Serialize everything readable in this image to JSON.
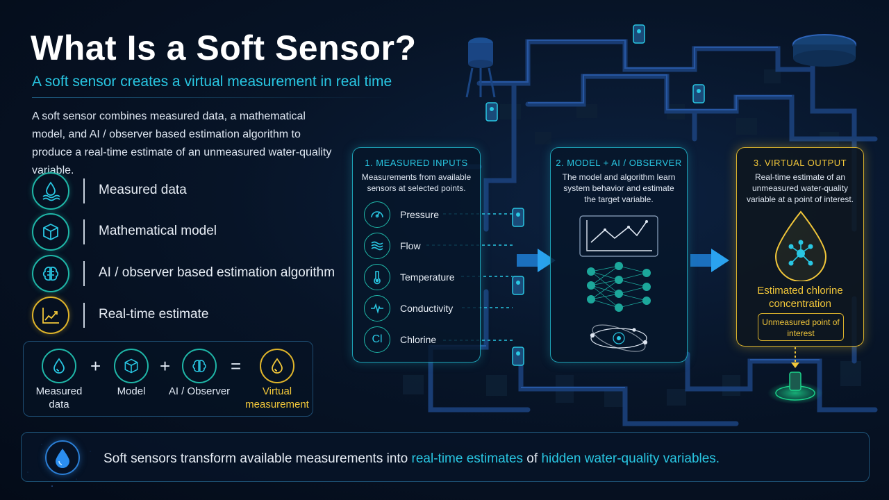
{
  "title": "What Is a Soft Sensor?",
  "subtitle": "A soft sensor creates a virtual measurement in real time",
  "intro": "A soft sensor combines measured data, a mathematical model, and AI / observer based estimation algorithm to produce a real-time estimate of an unmeasured water-quality variable.",
  "legend": [
    {
      "label": "Measured data",
      "icon": "water-drop-waves-icon"
    },
    {
      "label": "Mathematical model",
      "icon": "cube-icon"
    },
    {
      "label": "AI / observer based estimation algorithm",
      "icon": "brain-icon"
    },
    {
      "label": "Real-time estimate",
      "icon": "trend-chart-icon"
    }
  ],
  "equation": {
    "terms": [
      {
        "label": "Measured data",
        "icon": "water-drop-icon"
      },
      {
        "label": "Model",
        "icon": "cube-icon"
      },
      {
        "label": "AI / Observer",
        "icon": "brain-icon"
      },
      {
        "label": "Virtual measurement",
        "icon": "water-drop-icon"
      }
    ],
    "plus": "+",
    "equals": "="
  },
  "panels": {
    "inputs": {
      "heading": "1. MEASURED INPUTS",
      "description": "Measurements from available sensors at selected points.",
      "items": [
        {
          "label": "Pressure",
          "icon": "gauge-icon"
        },
        {
          "label": "Flow",
          "icon": "waves-icon"
        },
        {
          "label": "Temperature",
          "icon": "thermometer-icon"
        },
        {
          "label": "Conductivity",
          "icon": "pulse-icon"
        },
        {
          "label": "Chlorine",
          "icon": "chlorine-icon",
          "symbol": "Cl"
        }
      ]
    },
    "model": {
      "heading": "2. MODEL + AI / OBSERVER",
      "description": "The model and algorithm learn system behavior and estimate the target variable."
    },
    "output": {
      "heading": "3. VIRTUAL OUTPUT",
      "description": "Real-time estimate of an unmeasured water-quality variable at a point of interest.",
      "estimate": "Estimated chlorine concentration",
      "point": "Unmeasured point of interest"
    }
  },
  "banner": {
    "text_1": "Soft sensors transform available measurements into ",
    "highlight_1": "real-time estimates",
    "text_2": " of ",
    "highlight_2": "hidden water-quality variables."
  },
  "colors": {
    "accent": "#29c7e3",
    "teal": "#1fb7a8",
    "gold": "#f2c73a",
    "background": "#071427"
  }
}
